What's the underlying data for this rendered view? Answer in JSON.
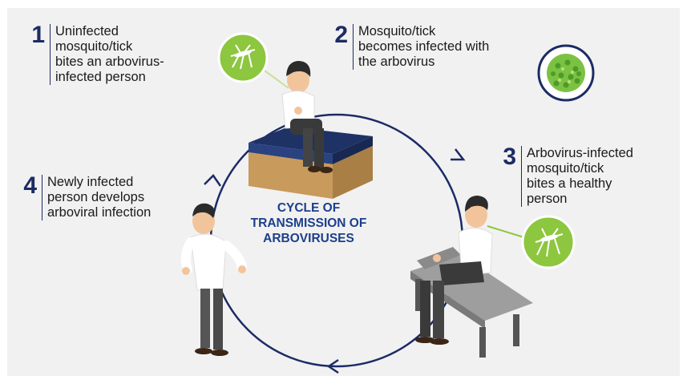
{
  "colors": {
    "background": "#f1f1f1",
    "cycle_arrow": "#1c2b66",
    "number": "#1c2b66",
    "title": "#1c3f8c",
    "mosquito_badge": "#8dc63f",
    "virus_badge_ring": "#1c2b66",
    "virus": "#7cc242"
  },
  "icons": [
    "mosquito-icon",
    "virus-icon"
  ],
  "steps": [
    {
      "number": "1",
      "text": "Uninfected\nmosquito/tick\nbites an arbovirus-\ninfected person"
    },
    {
      "number": "2",
      "text": "Mosquito/tick\nbecomes infected with\nthe arbovirus"
    },
    {
      "number": "3",
      "text": "Arbovirus-infected\nmosquito/tick\nbites a healthy\nperson"
    },
    {
      "number": "4",
      "text": "Newly infected\nperson develops\narboviral infection"
    }
  ],
  "center_title": "CYCLE OF\nTRANSMISSION OF\nARBOVIRUSES"
}
